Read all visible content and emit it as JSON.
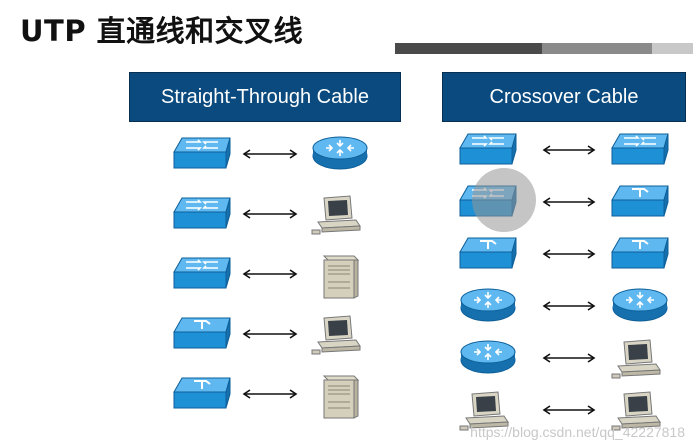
{
  "slide": {
    "title": "UTP 直通线和交叉线"
  },
  "panels": [
    {
      "header": "Straight-Through Cable",
      "rows": [
        {
          "left": "switch",
          "right": "router"
        },
        {
          "left": "switch",
          "right": "pc"
        },
        {
          "left": "switch",
          "right": "server"
        },
        {
          "left": "l3switch",
          "right": "pc"
        },
        {
          "left": "l3switch",
          "right": "server"
        }
      ]
    },
    {
      "header": "Crossover Cable",
      "rows": [
        {
          "left": "switch",
          "right": "switch"
        },
        {
          "left": "switch",
          "right": "l3switch"
        },
        {
          "left": "l3switch",
          "right": "l3switch"
        },
        {
          "left": "router",
          "right": "router"
        },
        {
          "left": "router",
          "right": "pc"
        },
        {
          "left": "pc",
          "right": "pc"
        }
      ]
    }
  ],
  "colors": {
    "device_blue": "#1e90d6",
    "device_top": "#5fb8ef",
    "header_bg": "#0a4a7e",
    "bar_dark": "#4a4a4a",
    "bar_mid": "#8a8a8a",
    "bar_light": "#c8c8c8"
  },
  "watermark": "https://blog.csdn.net/qq_42227818"
}
